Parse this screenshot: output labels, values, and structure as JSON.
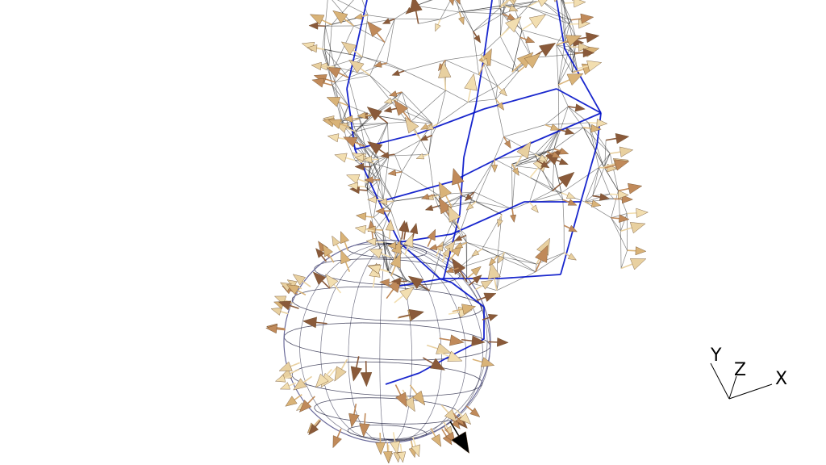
{
  "viewer": {
    "background": "#ffffff",
    "objects": [
      {
        "kind": "icosphere-wireframe",
        "role": "sphere",
        "edge_color": "#1a1a3a",
        "vector_color": "#d9b378"
      },
      {
        "kind": "icosphere-wireframe",
        "role": "cylinder-lattice",
        "edge_color": "#1a1a1a",
        "highlight_color": "#0010c8",
        "vector_color": "#d9b378"
      }
    ],
    "vector_shades": [
      "#f2deb0",
      "#d9b378",
      "#c08a5a",
      "#8a5a3a",
      "#e8d0a0"
    ],
    "highlight_arrow_color": "#000000"
  },
  "axes": {
    "x_label": "X",
    "y_label": "Y",
    "z_label": "Z",
    "line_color": "#000000"
  }
}
